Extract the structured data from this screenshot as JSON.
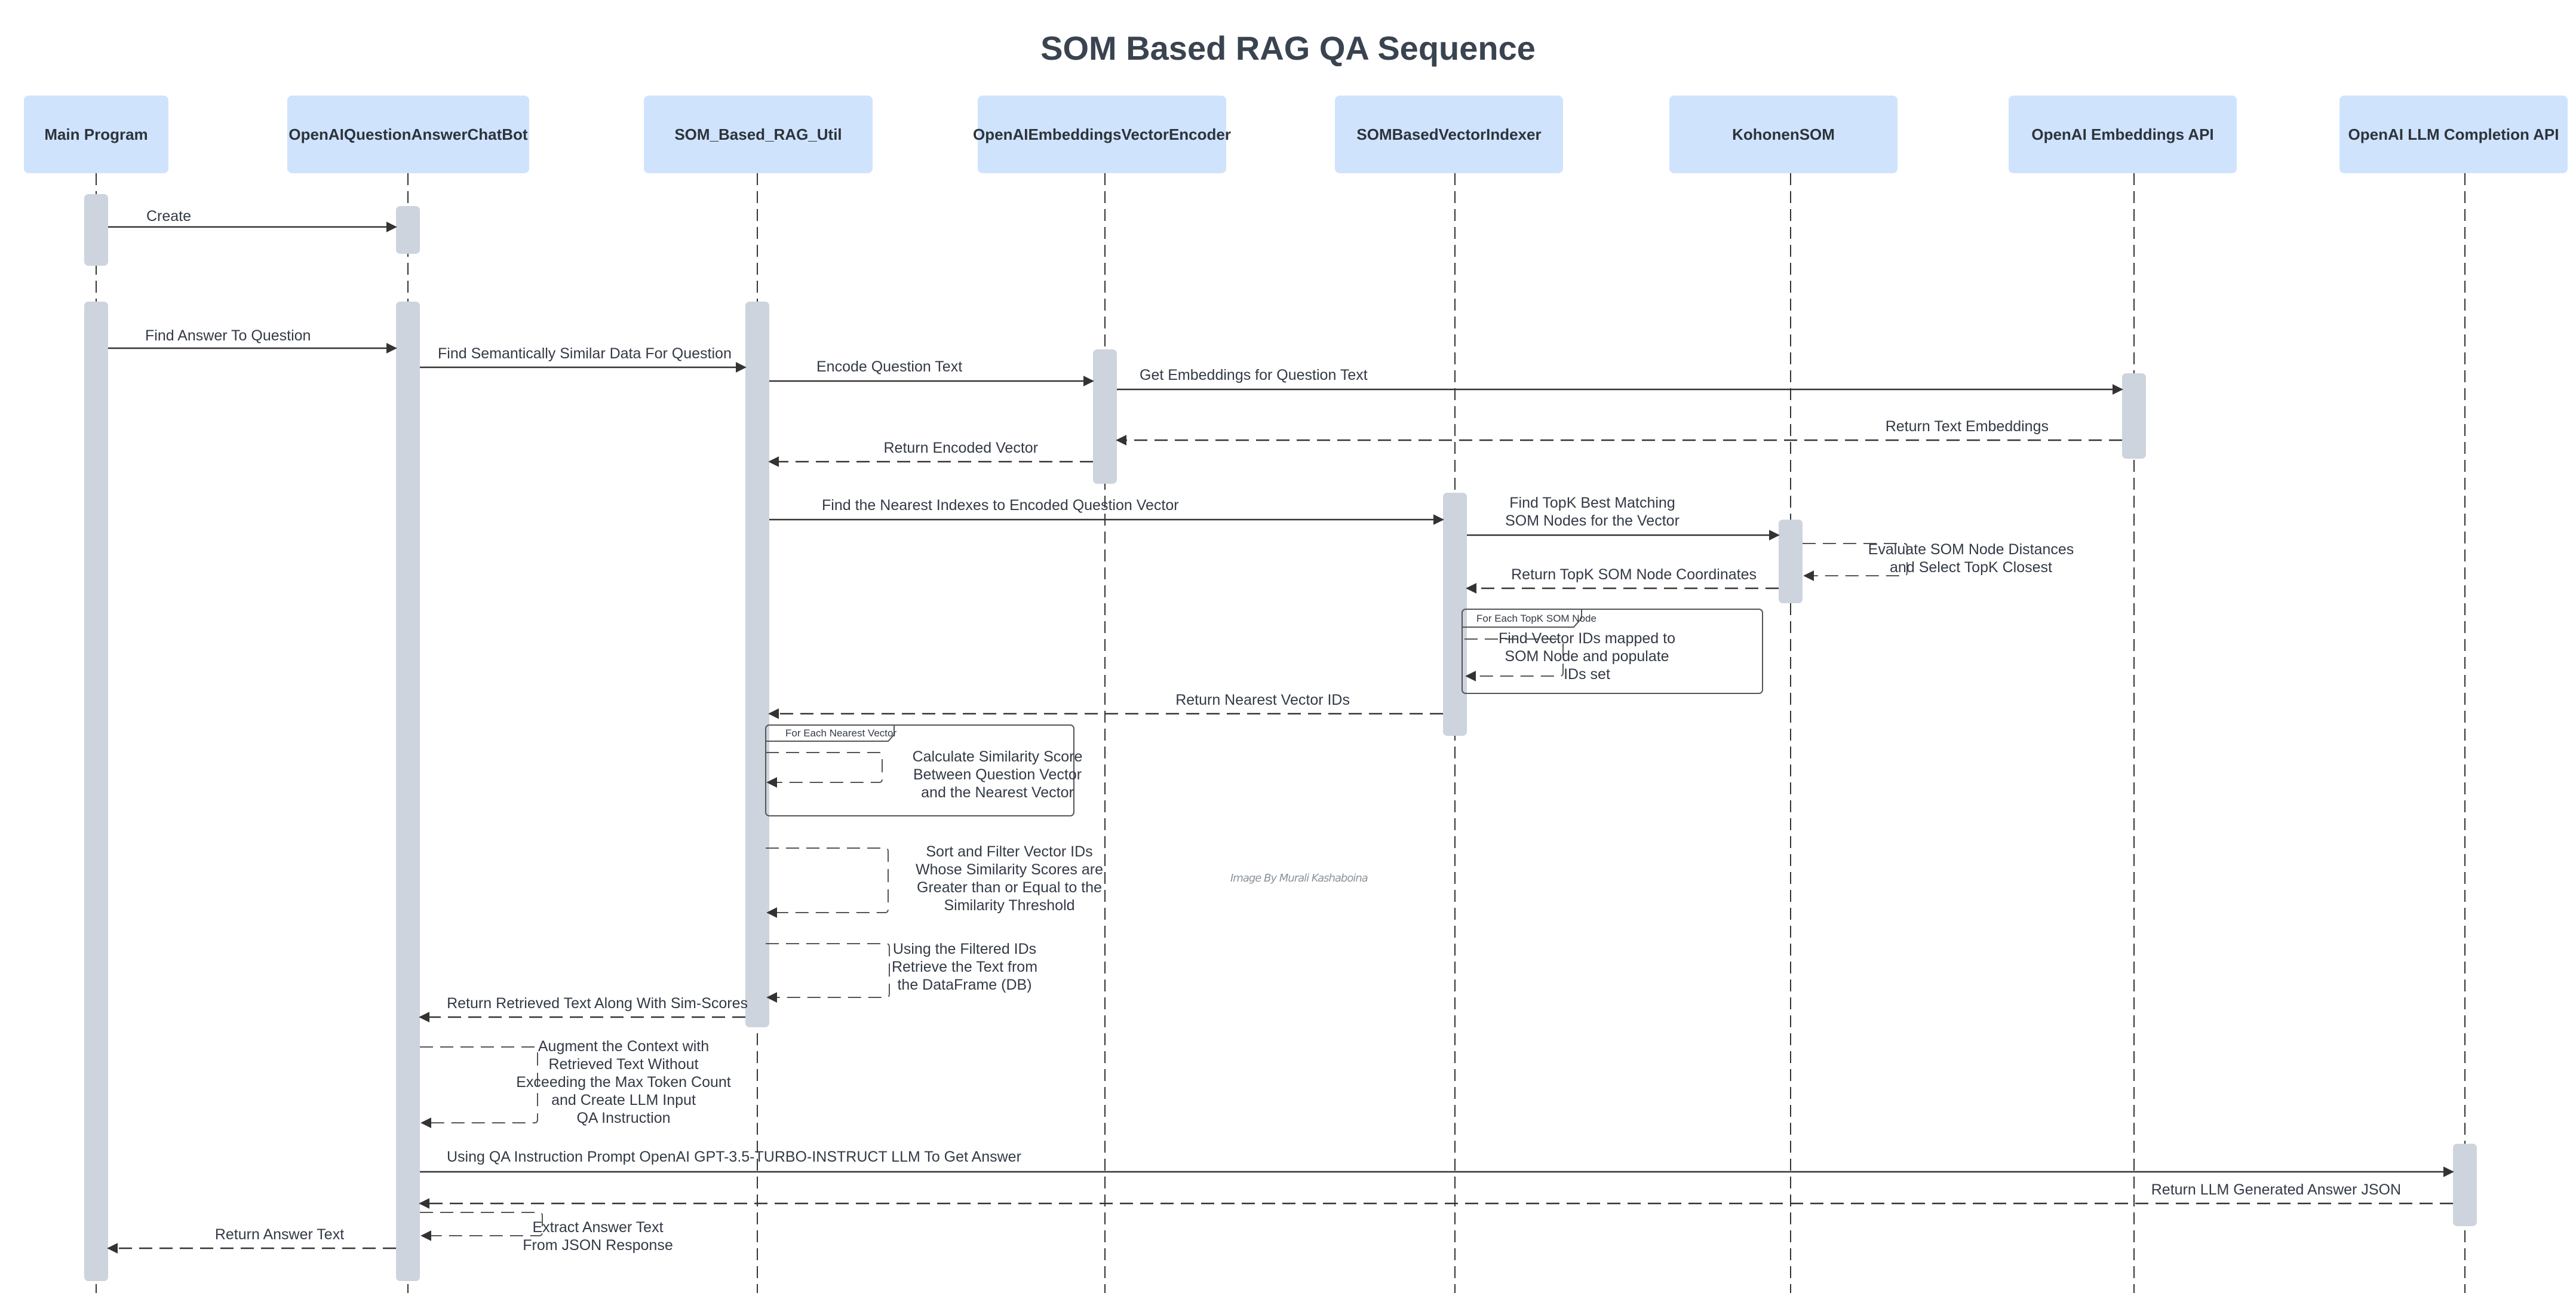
{
  "title": "SOM Based RAG QA Sequence",
  "watermark": "Image By Murali Kashaboina",
  "participants": [
    {
      "id": "main",
      "label": "Main Program"
    },
    {
      "id": "chatbot",
      "label": "OpenAIQuestionAnswerChatBot"
    },
    {
      "id": "ragutil",
      "label": "SOM_Based_RAG_Util"
    },
    {
      "id": "encoder",
      "label": "OpenAIEmbeddingsVectorEncoder"
    },
    {
      "id": "indexer",
      "label": "SOMBasedVectorIndexer"
    },
    {
      "id": "som",
      "label": "KohonenSOM"
    },
    {
      "id": "embapi",
      "label": "OpenAI Embeddings API"
    },
    {
      "id": "llmapi",
      "label": "OpenAI LLM Completion API"
    }
  ],
  "messages": [
    {
      "from": "main",
      "to": "chatbot",
      "type": "sync",
      "label": [
        "Create"
      ]
    },
    {
      "from": "main",
      "to": "chatbot",
      "type": "sync",
      "label": [
        "Find Answer To Question"
      ]
    },
    {
      "from": "chatbot",
      "to": "ragutil",
      "type": "sync",
      "label": [
        "Find Semantically Similar Data For Question"
      ]
    },
    {
      "from": "ragutil",
      "to": "encoder",
      "type": "sync",
      "label": [
        "Encode Question Text"
      ]
    },
    {
      "from": "encoder",
      "to": "embapi",
      "type": "sync",
      "label": [
        "Get Embeddings for Question Text"
      ]
    },
    {
      "from": "embapi",
      "to": "encoder",
      "type": "return",
      "label": [
        "Return Text Embeddings"
      ]
    },
    {
      "from": "encoder",
      "to": "ragutil",
      "type": "return",
      "label": [
        "Return Encoded Vector"
      ]
    },
    {
      "from": "ragutil",
      "to": "indexer",
      "type": "sync",
      "label": [
        "Find the Nearest Indexes to Encoded Question Vector"
      ]
    },
    {
      "from": "indexer",
      "to": "som",
      "type": "sync",
      "label": [
        "Find TopK Best Matching",
        "SOM Nodes for the Vector"
      ]
    },
    {
      "from": "som",
      "to": "som",
      "type": "self",
      "label": [
        "Evaluate SOM Node Distances",
        "and Select TopK Closest"
      ]
    },
    {
      "from": "som",
      "to": "indexer",
      "type": "return",
      "label": [
        "Return TopK SOM Node Coordinates"
      ]
    },
    {
      "from": "indexer",
      "to": "indexer",
      "type": "self",
      "label": [
        "Find Vector IDs mapped to",
        "SOM Node and populate",
        "IDs set"
      ]
    },
    {
      "from": "indexer",
      "to": "ragutil",
      "type": "return",
      "label": [
        "Return Nearest Vector IDs"
      ]
    },
    {
      "from": "ragutil",
      "to": "ragutil",
      "type": "self",
      "label": [
        "Calculate Similarity Score",
        "Between Question Vector",
        "and the Nearest Vector"
      ]
    },
    {
      "from": "ragutil",
      "to": "ragutil",
      "type": "self",
      "label": [
        "Sort and Filter Vector IDs",
        "Whose Similarity Scores are",
        "Greater than or Equal to the",
        "Similarity Threshold"
      ]
    },
    {
      "from": "ragutil",
      "to": "ragutil",
      "type": "self",
      "label": [
        "Using the Filtered IDs",
        "Retrieve the Text from",
        "the DataFrame (DB)"
      ]
    },
    {
      "from": "ragutil",
      "to": "chatbot",
      "type": "return",
      "label": [
        "Return Retrieved Text Along With Sim-Scores"
      ]
    },
    {
      "from": "chatbot",
      "to": "chatbot",
      "type": "self",
      "label": [
        "Augment the Context with",
        "Retrieved Text Without",
        "Exceeding the Max Token Count",
        "and Create LLM Input",
        "QA Instruction"
      ]
    },
    {
      "from": "chatbot",
      "to": "llmapi",
      "type": "sync",
      "label": [
        "Using QA Instruction Prompt OpenAI GPT-3.5-TURBO-INSTRUCT LLM To Get Answer"
      ]
    },
    {
      "from": "llmapi",
      "to": "chatbot",
      "type": "return",
      "label": [
        "Return LLM Generated Answer JSON"
      ]
    },
    {
      "from": "chatbot",
      "to": "chatbot",
      "type": "self",
      "label": [
        "Extract Answer Text",
        "From JSON Response"
      ]
    },
    {
      "from": "chatbot",
      "to": "main",
      "type": "return",
      "label": [
        "Return Answer Text"
      ]
    }
  ],
  "frames": [
    {
      "label": "For Each TopK SOM Node"
    },
    {
      "label": "For Each Nearest Vector"
    }
  ],
  "colors": {
    "participant_fill": "#cfe3fd",
    "activation_fill": "#cdd4dd",
    "line": "#333333",
    "text": "#333a45"
  }
}
